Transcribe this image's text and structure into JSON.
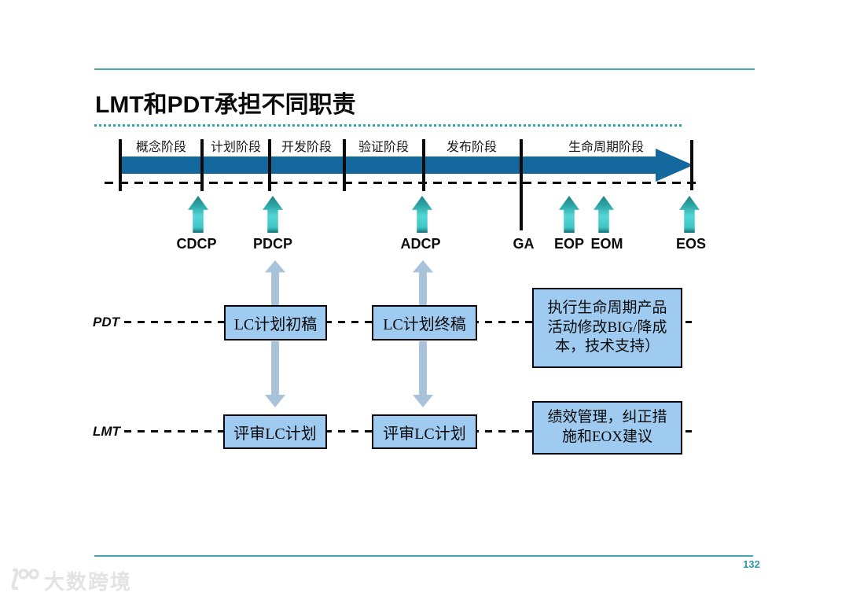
{
  "title": "LMT和PDT承担不同职责",
  "timeline": {
    "phases": [
      {
        "label": "概念阶段"
      },
      {
        "label": "计划阶段"
      },
      {
        "label": "开发阶段"
      },
      {
        "label": "验证阶段"
      },
      {
        "label": "发布阶段"
      },
      {
        "label": "生命周期阶段"
      }
    ],
    "milestones": [
      {
        "label": "CDCP"
      },
      {
        "label": "PDCP"
      },
      {
        "label": "ADCP"
      },
      {
        "label": "GA"
      },
      {
        "label": "EOP"
      },
      {
        "label": "EOM"
      },
      {
        "label": "EOS"
      }
    ]
  },
  "rows": {
    "pdt": {
      "label": "PDT",
      "boxes": [
        "LC计划初稿",
        "LC计划终稿",
        "执行生命周期产品\n活动修改BIG/降成\n本，技术支持）"
      ]
    },
    "lmt": {
      "label": "LMT",
      "boxes": [
        "评审LC计划",
        "评审LC计划",
        "绩效管理，纠正措\n施和EOX建议"
      ]
    }
  },
  "page": {
    "number": "132",
    "watermark": "大数跨境"
  },
  "colors": {
    "accent_teal": "#46a5ad",
    "timeline_blue": "#13699e",
    "milestone_teal": "#2fa9a9",
    "box_fill": "#a0cbf0",
    "connector_blue": "#a8c2da"
  }
}
